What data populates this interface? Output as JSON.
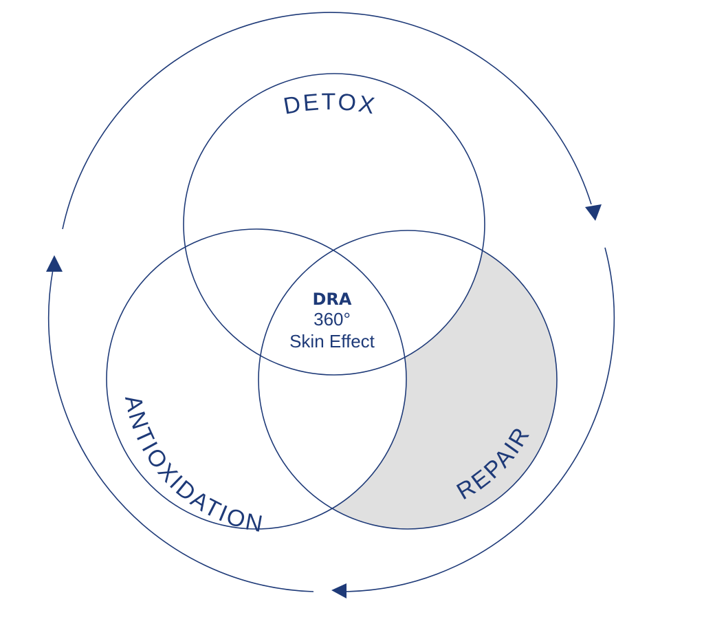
{
  "diagram": {
    "labels": {
      "detox": "DETOX",
      "antioxidation": "ANTIOXIDATION",
      "repair": "REPAIR"
    },
    "center": {
      "title": "DRA",
      "line1": "360°",
      "line2": "Skin Effect"
    },
    "colors": {
      "stroke": "#1e3a78",
      "shaded": "#e0e0e0",
      "background": "#ffffff"
    },
    "cycle_direction": "clockwise",
    "shaded_circle": "repair"
  }
}
